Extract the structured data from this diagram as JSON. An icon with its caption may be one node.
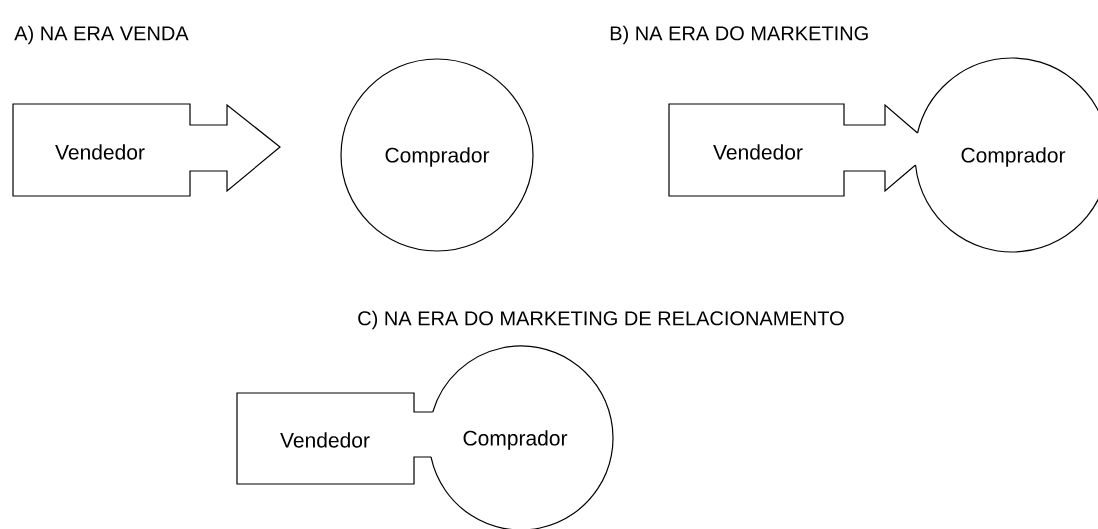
{
  "diagram": {
    "nodes": [
      {
        "text": [
          "Vendedor"
        ]
      },
      {
        "text": [
          "Comprador"
        ]
      },
      {
        "text": [
          "Vendedor"
        ]
      },
      {
        "text": [
          "Comprador"
        ]
      },
      {
        "text": [
          "Vendedor"
        ]
      },
      {
        "text": [
          "Comprador"
        ]
      }
    ],
    "labels": [
      "A) NA ERA VENDA",
      "B) NA ERA DO MARKETING",
      "C) NA ERA DO MARKETING DE RELACIONAMENTO"
    ]
  }
}
